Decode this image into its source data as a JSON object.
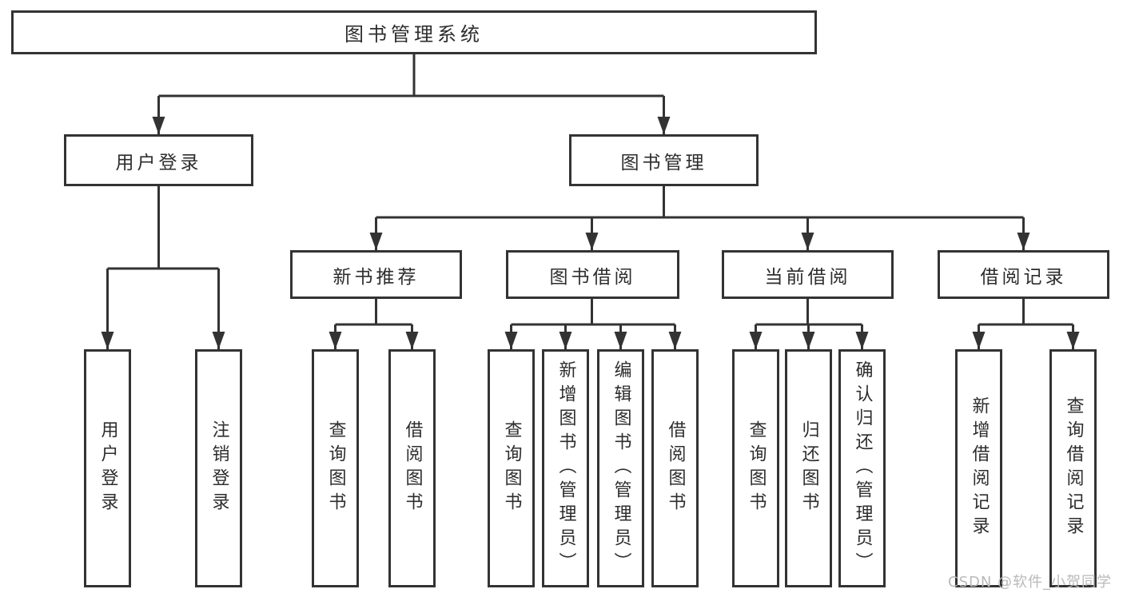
{
  "tree": {
    "label": "图书管理系统",
    "children": [
      {
        "label": "用户登录",
        "children": [
          {
            "label": "用户登录"
          },
          {
            "label": "注销登录"
          }
        ]
      },
      {
        "label": "图书管理",
        "children": [
          {
            "label": "新书推荐",
            "children": [
              {
                "label": "查询图书"
              },
              {
                "label": "借阅图书"
              }
            ]
          },
          {
            "label": "图书借阅",
            "children": [
              {
                "label": "查询图书"
              },
              {
                "label": "新增图书（管理员）"
              },
              {
                "label": "编辑图书（管理员）"
              },
              {
                "label": "借阅图书"
              }
            ]
          },
          {
            "label": "当前借阅",
            "children": [
              {
                "label": "查询图书"
              },
              {
                "label": "归还图书"
              },
              {
                "label": "确认归还（管理员）"
              }
            ]
          },
          {
            "label": "借阅记录",
            "children": [
              {
                "label": "新增借阅记录"
              },
              {
                "label": "查询借阅记录"
              }
            ]
          }
        ]
      }
    ]
  },
  "watermark": "CSDN @软件_小贺同学",
  "colors": {
    "line": "#333333",
    "box_background": "#ffffff",
    "text": "#2d2d2d",
    "watermark": "#b9b9b9"
  }
}
